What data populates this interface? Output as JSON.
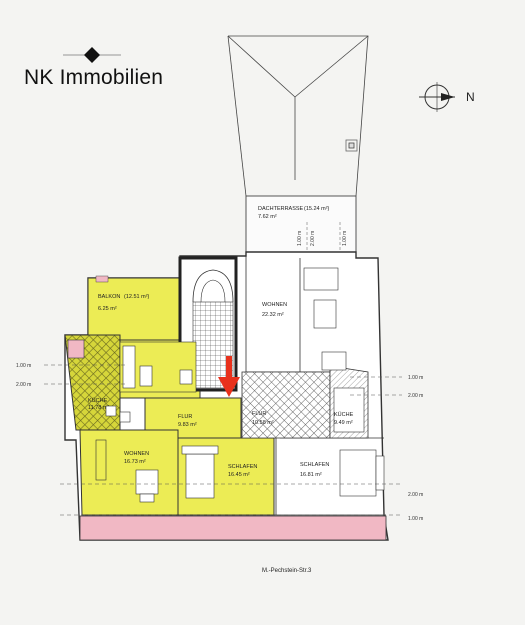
{
  "brand": {
    "name": "NK Immobilien"
  },
  "compass": {
    "north_label": "N"
  },
  "rooms": {
    "dachterrasse": {
      "name": "DACHTERRASSE",
      "area_total": "(15.24 m²)",
      "area": "7.62 m²"
    },
    "balkon": {
      "name": "BALKON",
      "area_total": "(12.51 m²)",
      "area": "6.25 m²"
    },
    "kueche_left": {
      "name": "KÜCHE",
      "area": "11.78 m²"
    },
    "flur_left": {
      "name": "FLUR",
      "area": "9.83 m²"
    },
    "wohnen_left": {
      "name": "WOHNEN",
      "area": "16.73 m²"
    },
    "schlafen_left": {
      "name": "SCHLAFEN",
      "area": "16.45 m²"
    },
    "wohnen_right": {
      "name": "WOHNEN",
      "area": "22.32 m²"
    },
    "flur_right": {
      "name": "FLUR",
      "area": "10.58 m²"
    },
    "kueche_right": {
      "name": "KÜCHE",
      "area": "9.49 m²"
    },
    "schlafen_right": {
      "name": "SCHLAFEN",
      "area": "16.81 m²"
    }
  },
  "dimensions": {
    "left_1m": "1.00 m",
    "left_2m": "2.00 m",
    "right_1m_top": "1.00 m",
    "right_2m_top": "2.00 m",
    "right_2m_bottom": "2.00 m",
    "right_1m_bottom": "1.00 m",
    "terrace_2m": "2.00 m",
    "terrace_1m_a": "1.00 m",
    "terrace_1m_b": "1.00 m"
  },
  "street": "M.-Pechstein-Str.3",
  "colors": {
    "highlight_unit": "#ecec55",
    "highlight_unit_dark": "#e0df3a",
    "kitchen_pattern": "#c9c83a",
    "pink_strip": "#f1b8c4",
    "arrow": "#e8311c"
  }
}
